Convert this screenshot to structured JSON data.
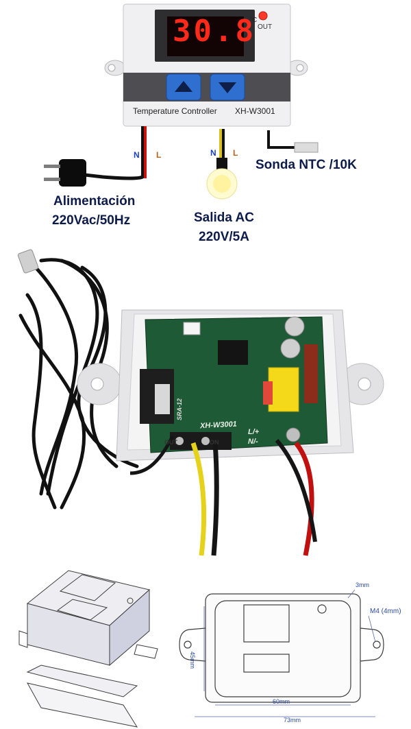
{
  "controller": {
    "display_value": "30.8",
    "unit": "°C",
    "out_label": "OUT",
    "model_label": "Temperature Controller",
    "model_code": "XH-W3001",
    "buttons": [
      "up",
      "down"
    ]
  },
  "wiring": {
    "power": {
      "n": "N",
      "l": "L",
      "line1": "Alimentación",
      "line2": "220Vac/50Hz"
    },
    "output": {
      "n": "N",
      "l": "L",
      "line1": "Salida AC",
      "line2": "220V/5A"
    },
    "sensor": {
      "label": "Sonda NTC /10K"
    }
  },
  "board": {
    "silkscreen": "XH-W3001",
    "relay": "SRA-12",
    "terminals": [
      "OUT",
      "ON",
      "L/+",
      "N/-"
    ]
  },
  "drawing": {
    "dims": {
      "top": "3mm",
      "hole": "M4 (4mm)",
      "height": "45mm",
      "inner_width": "60mm",
      "outer_width": "73mm"
    }
  },
  "colors": {
    "display": "#ff2a1a",
    "button": "#2f6fd0",
    "label": "#0d1b4a",
    "wire_n": "#1a3fbf",
    "wire_l": "#b5651d"
  }
}
